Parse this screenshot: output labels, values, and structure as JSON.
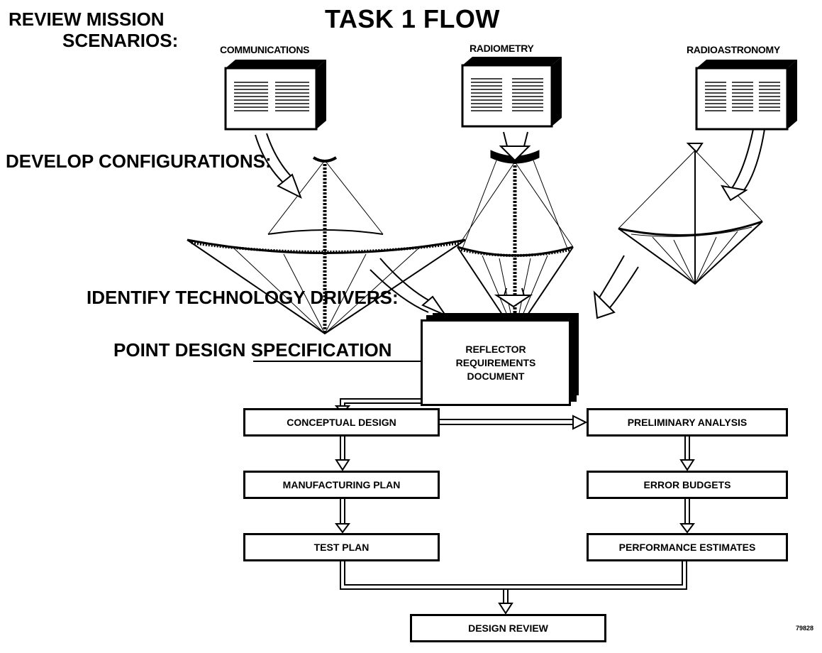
{
  "title": "TASK 1 FLOW",
  "steps": {
    "review_line1": "REVIEW MISSION",
    "review_line2": "SCENARIOS:",
    "develop": "DEVELOP CONFIGURATIONS:",
    "identify": "IDENTIFY TECHNOLOGY DRIVERS:",
    "point_design": "POINT DESIGN SPECIFICATION"
  },
  "scenarios": [
    {
      "label": "COMMUNICATIONS"
    },
    {
      "label": "RADIOMETRY"
    },
    {
      "label": "RADIOASTRONOMY"
    }
  ],
  "document": {
    "line1": "REFLECTOR",
    "line2": "REQUIREMENTS",
    "line3": "DOCUMENT"
  },
  "boxes": {
    "conceptual_design": "CONCEPTUAL DESIGN",
    "preliminary_analysis": "PRELIMINARY ANALYSIS",
    "manufacturing_plan": "MANUFACTURING PLAN",
    "error_budgets": "ERROR BUDGETS",
    "test_plan": "TEST PLAN",
    "performance_estimates": "PERFORMANCE ESTIMATES",
    "design_review": "DESIGN REVIEW"
  },
  "figure_number": "79828"
}
